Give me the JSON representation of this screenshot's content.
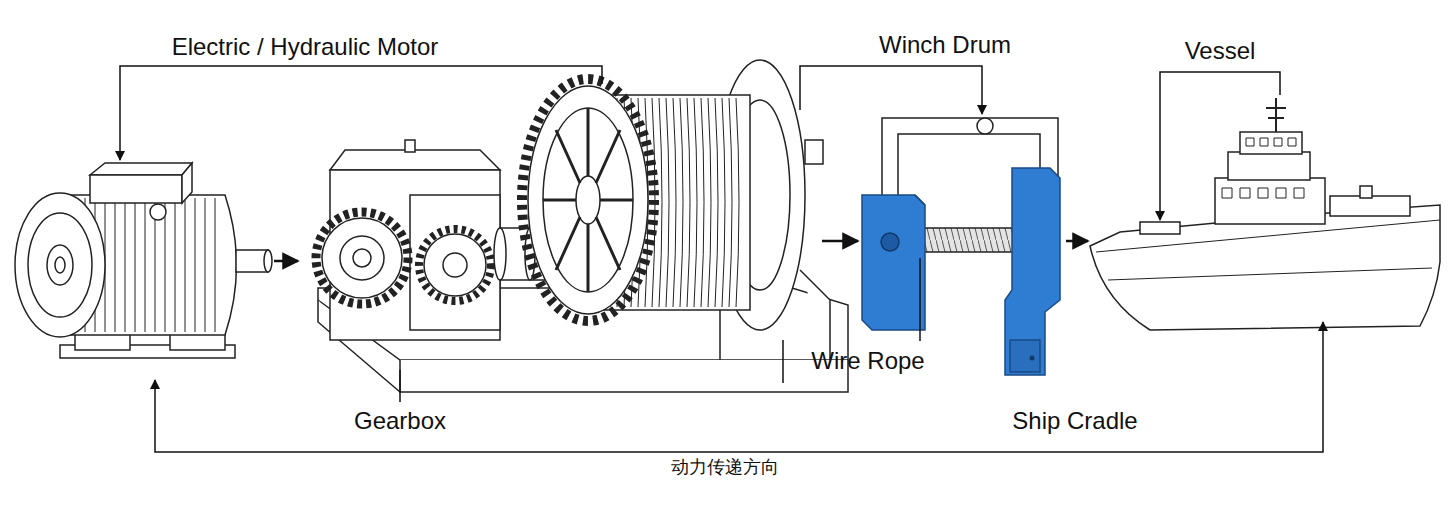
{
  "diagram": {
    "labels": [
      "Electric / Hydraulic Motor",
      "Winch Drum",
      "Vessel",
      "Wire Rope",
      "Gearbox",
      "Ship Cradle",
      "动力传递方向"
    ]
  }
}
